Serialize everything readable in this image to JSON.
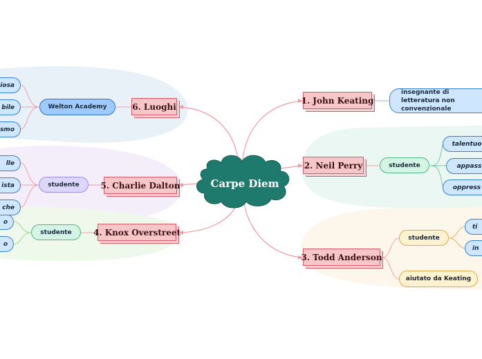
{
  "central": "Carpe Diem",
  "topics": {
    "t1": "1. John Keating",
    "t2": "2. Neil Perry",
    "t3": "3. Todd Anderson",
    "t4": "4. Knox Overstreet",
    "t5": "5. Charlie Dalton",
    "t6": "6. Luoghi"
  },
  "subtopics": {
    "keating_desc": "insegnante di letteratura non convenzionale",
    "neil_studente": "studente",
    "neil_1": "talentuo",
    "neil_2": "appassi",
    "neil_3": "oppress",
    "todd_studente": "studente",
    "todd_1": "ti",
    "todd_2": "in",
    "todd_aiutato": "aiutato da Keating",
    "knox_studente": "studente",
    "knox_1": "o",
    "knox_2": "o",
    "charlie_studente": "studente",
    "charlie_1": "lle",
    "charlie_2": "ista",
    "charlie_3": "che",
    "welton": "Welton Academy",
    "luoghi_1": "iosa",
    "luoghi_2": "bile",
    "luoghi_3": "smo"
  },
  "colors": {
    "central_fill": "#1f7a6e",
    "topic_fill": "#f6c6c9",
    "connector": "#ef9aa3"
  }
}
